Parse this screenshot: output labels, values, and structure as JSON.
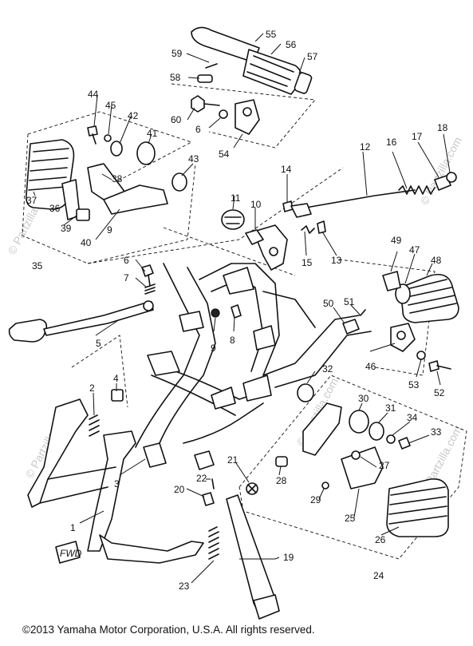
{
  "diagram": {
    "copyright": "©2013 Yamaha Motor Corporation, U.S.A. All rights reserved.",
    "watermark": "© Partzilla.com",
    "callouts": [
      {
        "id": "c1",
        "text": "1"
      },
      {
        "id": "c2",
        "text": "2"
      },
      {
        "id": "c3",
        "text": "3"
      },
      {
        "id": "c4",
        "text": "4"
      },
      {
        "id": "c5",
        "text": "5"
      },
      {
        "id": "c6",
        "text": "6"
      },
      {
        "id": "c7",
        "text": "7"
      },
      {
        "id": "c8",
        "text": "8"
      },
      {
        "id": "c9",
        "text": "9"
      },
      {
        "id": "c10",
        "text": "10"
      },
      {
        "id": "c11",
        "text": "11"
      },
      {
        "id": "c12",
        "text": "12"
      },
      {
        "id": "c13",
        "text": "13"
      },
      {
        "id": "c14",
        "text": "14"
      },
      {
        "id": "c15",
        "text": "15"
      },
      {
        "id": "c16",
        "text": "16"
      },
      {
        "id": "c17",
        "text": "17"
      },
      {
        "id": "c18",
        "text": "18"
      },
      {
        "id": "c19",
        "text": "19"
      },
      {
        "id": "c20",
        "text": "20"
      },
      {
        "id": "c21",
        "text": "21"
      },
      {
        "id": "c22",
        "text": "22"
      },
      {
        "id": "c23",
        "text": "23"
      },
      {
        "id": "c24",
        "text": "24"
      },
      {
        "id": "c25",
        "text": "25"
      },
      {
        "id": "c26",
        "text": "26"
      },
      {
        "id": "c27",
        "text": "27"
      },
      {
        "id": "c28",
        "text": "28"
      },
      {
        "id": "c29",
        "text": "29"
      },
      {
        "id": "c30",
        "text": "30"
      },
      {
        "id": "c31",
        "text": "31"
      },
      {
        "id": "c32",
        "text": "32"
      },
      {
        "id": "c33",
        "text": "33"
      },
      {
        "id": "c34",
        "text": "34"
      },
      {
        "id": "c35",
        "text": "35"
      },
      {
        "id": "c36",
        "text": "36"
      },
      {
        "id": "c37",
        "text": "37"
      },
      {
        "id": "c38",
        "text": "38"
      },
      {
        "id": "c39",
        "text": "39"
      },
      {
        "id": "c40",
        "text": "40"
      },
      {
        "id": "c41",
        "text": "41"
      },
      {
        "id": "c42",
        "text": "42"
      },
      {
        "id": "c43",
        "text": "43"
      },
      {
        "id": "c44",
        "text": "44"
      },
      {
        "id": "c45",
        "text": "45"
      },
      {
        "id": "c46",
        "text": "46"
      },
      {
        "id": "c47",
        "text": "47"
      },
      {
        "id": "c48",
        "text": "48"
      },
      {
        "id": "c49",
        "text": "49"
      },
      {
        "id": "c50",
        "text": "50"
      },
      {
        "id": "c51",
        "text": "51"
      },
      {
        "id": "c52",
        "text": "52"
      },
      {
        "id": "c53",
        "text": "53"
      },
      {
        "id": "c54",
        "text": "54"
      },
      {
        "id": "c55",
        "text": "55"
      },
      {
        "id": "c56",
        "text": "56"
      },
      {
        "id": "c57",
        "text": "57"
      },
      {
        "id": "c58",
        "text": "58"
      },
      {
        "id": "c59",
        "text": "59"
      },
      {
        "id": "c60",
        "text": "60"
      }
    ],
    "fwd_arrow_text": "FWD"
  }
}
